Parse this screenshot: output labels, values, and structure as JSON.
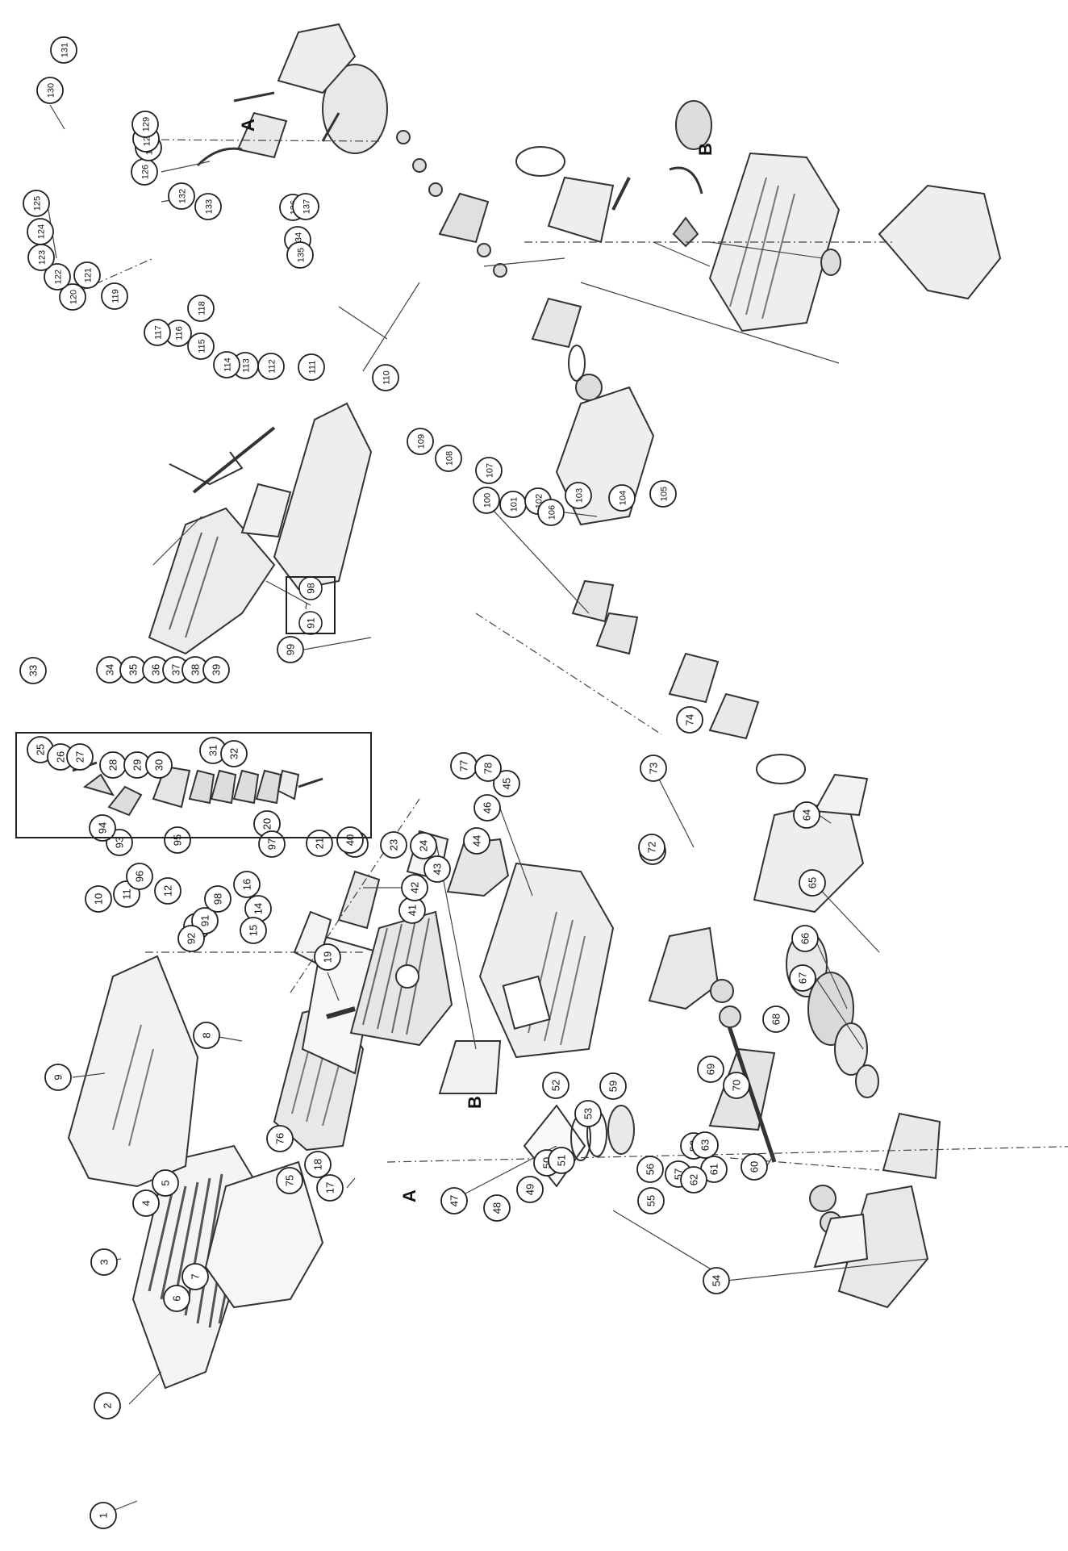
{
  "diagram": {
    "callouts": [
      {
        "num": "1"
      },
      {
        "num": "2"
      },
      {
        "num": "3"
      },
      {
        "num": "4"
      },
      {
        "num": "5"
      },
      {
        "num": "6"
      },
      {
        "num": "7"
      },
      {
        "num": "8"
      },
      {
        "num": "9"
      },
      {
        "num": "10"
      },
      {
        "num": "11"
      },
      {
        "num": "12"
      },
      {
        "num": "13"
      },
      {
        "num": "14"
      },
      {
        "num": "15"
      },
      {
        "num": "16"
      },
      {
        "num": "17"
      },
      {
        "num": "18"
      },
      {
        "num": "19"
      },
      {
        "num": "20"
      },
      {
        "num": "21"
      },
      {
        "num": "22"
      },
      {
        "num": "23"
      },
      {
        "num": "24"
      },
      {
        "num": "25"
      },
      {
        "num": "26"
      },
      {
        "num": "27"
      },
      {
        "num": "28"
      },
      {
        "num": "29"
      },
      {
        "num": "30"
      },
      {
        "num": "31"
      },
      {
        "num": "32"
      },
      {
        "num": "33"
      },
      {
        "num": "34"
      },
      {
        "num": "35"
      },
      {
        "num": "36"
      },
      {
        "num": "37"
      },
      {
        "num": "38"
      },
      {
        "num": "39"
      },
      {
        "num": "40"
      },
      {
        "num": "41"
      },
      {
        "num": "42"
      },
      {
        "num": "43"
      },
      {
        "num": "44"
      },
      {
        "num": "45"
      },
      {
        "num": "46"
      },
      {
        "num": "47"
      },
      {
        "num": "48"
      },
      {
        "num": "49"
      },
      {
        "num": "50"
      },
      {
        "num": "51"
      },
      {
        "num": "52"
      },
      {
        "num": "53"
      },
      {
        "num": "54"
      },
      {
        "num": "55"
      },
      {
        "num": "56"
      },
      {
        "num": "57"
      },
      {
        "num": "58"
      },
      {
        "num": "59"
      },
      {
        "num": "60"
      },
      {
        "num": "61"
      },
      {
        "num": "62"
      },
      {
        "num": "63"
      },
      {
        "num": "64"
      },
      {
        "num": "65"
      },
      {
        "num": "66"
      },
      {
        "num": "67"
      },
      {
        "num": "68"
      },
      {
        "num": "69"
      },
      {
        "num": "70"
      },
      {
        "num": "71"
      },
      {
        "num": "72"
      },
      {
        "num": "73"
      },
      {
        "num": "74"
      },
      {
        "num": "75"
      },
      {
        "num": "76"
      },
      {
        "num": "77"
      },
      {
        "num": "78"
      },
      {
        "num": "91"
      },
      {
        "num": "92"
      },
      {
        "num": "93"
      },
      {
        "num": "94"
      },
      {
        "num": "95"
      },
      {
        "num": "96"
      },
      {
        "num": "97"
      },
      {
        "num": "98"
      },
      {
        "num": "99"
      },
      {
        "num": "100"
      },
      {
        "num": "101"
      },
      {
        "num": "102"
      },
      {
        "num": "103"
      },
      {
        "num": "104"
      },
      {
        "num": "105"
      },
      {
        "num": "106"
      },
      {
        "num": "107"
      },
      {
        "num": "108"
      },
      {
        "num": "109"
      },
      {
        "num": "110"
      },
      {
        "num": "111"
      },
      {
        "num": "112"
      },
      {
        "num": "113"
      },
      {
        "num": "114"
      },
      {
        "num": "115"
      },
      {
        "num": "116"
      },
      {
        "num": "117"
      },
      {
        "num": "118"
      },
      {
        "num": "119"
      },
      {
        "num": "120"
      },
      {
        "num": "121"
      },
      {
        "num": "122"
      },
      {
        "num": "123"
      },
      {
        "num": "124"
      },
      {
        "num": "125"
      },
      {
        "num": "126"
      },
      {
        "num": "127"
      },
      {
        "num": "128"
      },
      {
        "num": "129"
      },
      {
        "num": "130"
      },
      {
        "num": "131"
      },
      {
        "num": "132"
      },
      {
        "num": "133"
      },
      {
        "num": "134"
      },
      {
        "num": "135"
      },
      {
        "num": "136"
      },
      {
        "num": "137"
      }
    ],
    "connector_labels": [
      {
        "text": "A"
      },
      {
        "text": "B"
      },
      {
        "text": "A"
      },
      {
        "text": "B"
      }
    ],
    "kit_box": {
      "from_num": "91",
      "separator": "~",
      "to_num": "98"
    }
  }
}
